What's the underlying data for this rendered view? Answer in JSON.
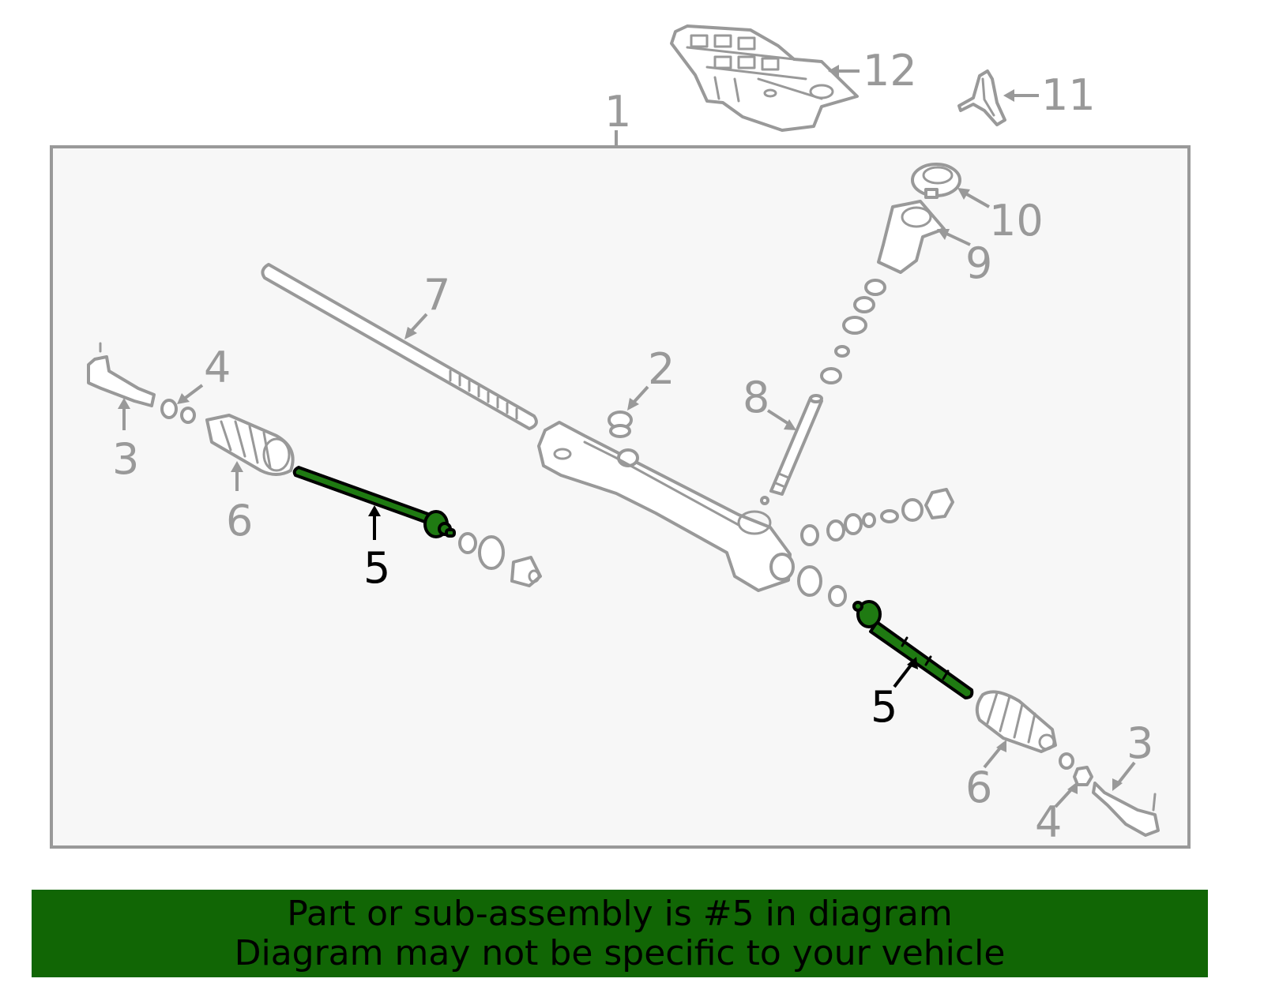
{
  "diagram": {
    "title_label": "1",
    "highlighted_part": "5",
    "colors": {
      "panel_bg": "#f7f7f7",
      "panel_border": "#999999",
      "label_gray": "#999999",
      "highlight_fill": "#1f7a12",
      "highlight_label": "#000000",
      "banner_bg": "#116605"
    },
    "labels": {
      "l1": "1",
      "l2": "2",
      "l3_left": "3",
      "l3_right": "3",
      "l4_left": "4",
      "l4_right": "4",
      "l5_left": "5",
      "l5_right": "5",
      "l6_left": "6",
      "l6_right": "6",
      "l7": "7",
      "l8": "8",
      "l9": "9",
      "l10": "10",
      "l11": "11",
      "l12": "12"
    }
  },
  "banner": {
    "line1": "Part or sub-assembly is #5 in diagram",
    "line2": "Diagram may not be specific to your vehicle"
  }
}
